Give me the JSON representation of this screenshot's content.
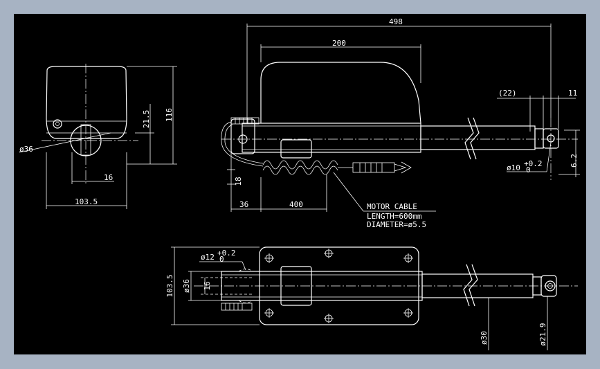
{
  "background": "#a7b3c3",
  "drawing_background": "#000000",
  "line_color": "#ffffff",
  "dimensions": {
    "overall_length": "498",
    "motor_length": "200",
    "clevis_offset": "(22)",
    "clevis_width": "11",
    "pin_hole": "ø10",
    "pin_tol_upper": "+0.2",
    "pin_tol_lower": "0",
    "clevis_height": "6.2",
    "cable_height": "18",
    "cable_offset": "36",
    "cable_reach": "400",
    "end_height": "116",
    "end_flange": "21.5",
    "end_bore": "ø36",
    "end_offset": "16",
    "end_width": "103.5",
    "plan_width": "103.5",
    "plan_bore": "ø36",
    "plan_offset": "16",
    "plan_hole": "ø12",
    "plan_hole_tol_upper": "+0.2",
    "plan_hole_tol_lower": "0",
    "tube_dia": "ø30",
    "rod_dia": "ø21.9"
  },
  "notes": {
    "line1": "MOTOR CABLE",
    "line2": "LENGTH=600mm",
    "line3": "DIAMETER=ø5.5"
  }
}
